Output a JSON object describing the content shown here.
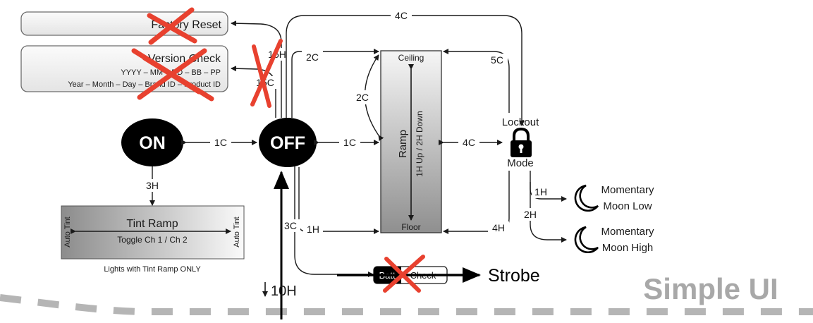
{
  "boxes": {
    "factory_reset": "Factory Reset",
    "version_check": {
      "title": "Version Check",
      "line1": "YYYY – MM – DD – BB – PP",
      "line2": "Year – Month – Day – Brand ID – Product ID"
    },
    "tint_ramp": {
      "title": "Tint Ramp",
      "subtitle": "Toggle Ch 1 / Ch 2",
      "side_label": "Auto Tint",
      "note": "Lights with Tint Ramp ONLY"
    },
    "ramp": {
      "ceiling": "Ceiling",
      "floor": "Floor",
      "title": "Ramp",
      "subtitle": "1H Up / 2H Down"
    },
    "battcheck": {
      "left": "Batt",
      "right": "Check"
    }
  },
  "states": {
    "on": "ON",
    "off": "OFF",
    "lockout_top": "Lockout",
    "lockout_bottom": "Mode",
    "moon_low": [
      "Momentary",
      "Moon Low"
    ],
    "moon_high": [
      "Momentary",
      "Moon High"
    ],
    "strobe": "Strobe"
  },
  "edges": {
    "c1_on": "1C",
    "c1_ramp": "1C",
    "h3_tint": "3H",
    "c4_top": "4C",
    "h15": "15H",
    "c15": "15C",
    "c2_top": "2C",
    "c2_side": "2C",
    "c5": "5C",
    "c4_lock": "4C",
    "h1_ramp": "1H",
    "h4": "4H",
    "c3": "3C",
    "h1_moon": "1H",
    "h2_moon": "2H",
    "h10": "10H"
  },
  "watermark": "Simple UI",
  "colors": {
    "ink": "#1a1a1a",
    "red_x": "#e8412f",
    "dash": "#b5b5b5",
    "watermark": "#a8a8a8"
  }
}
